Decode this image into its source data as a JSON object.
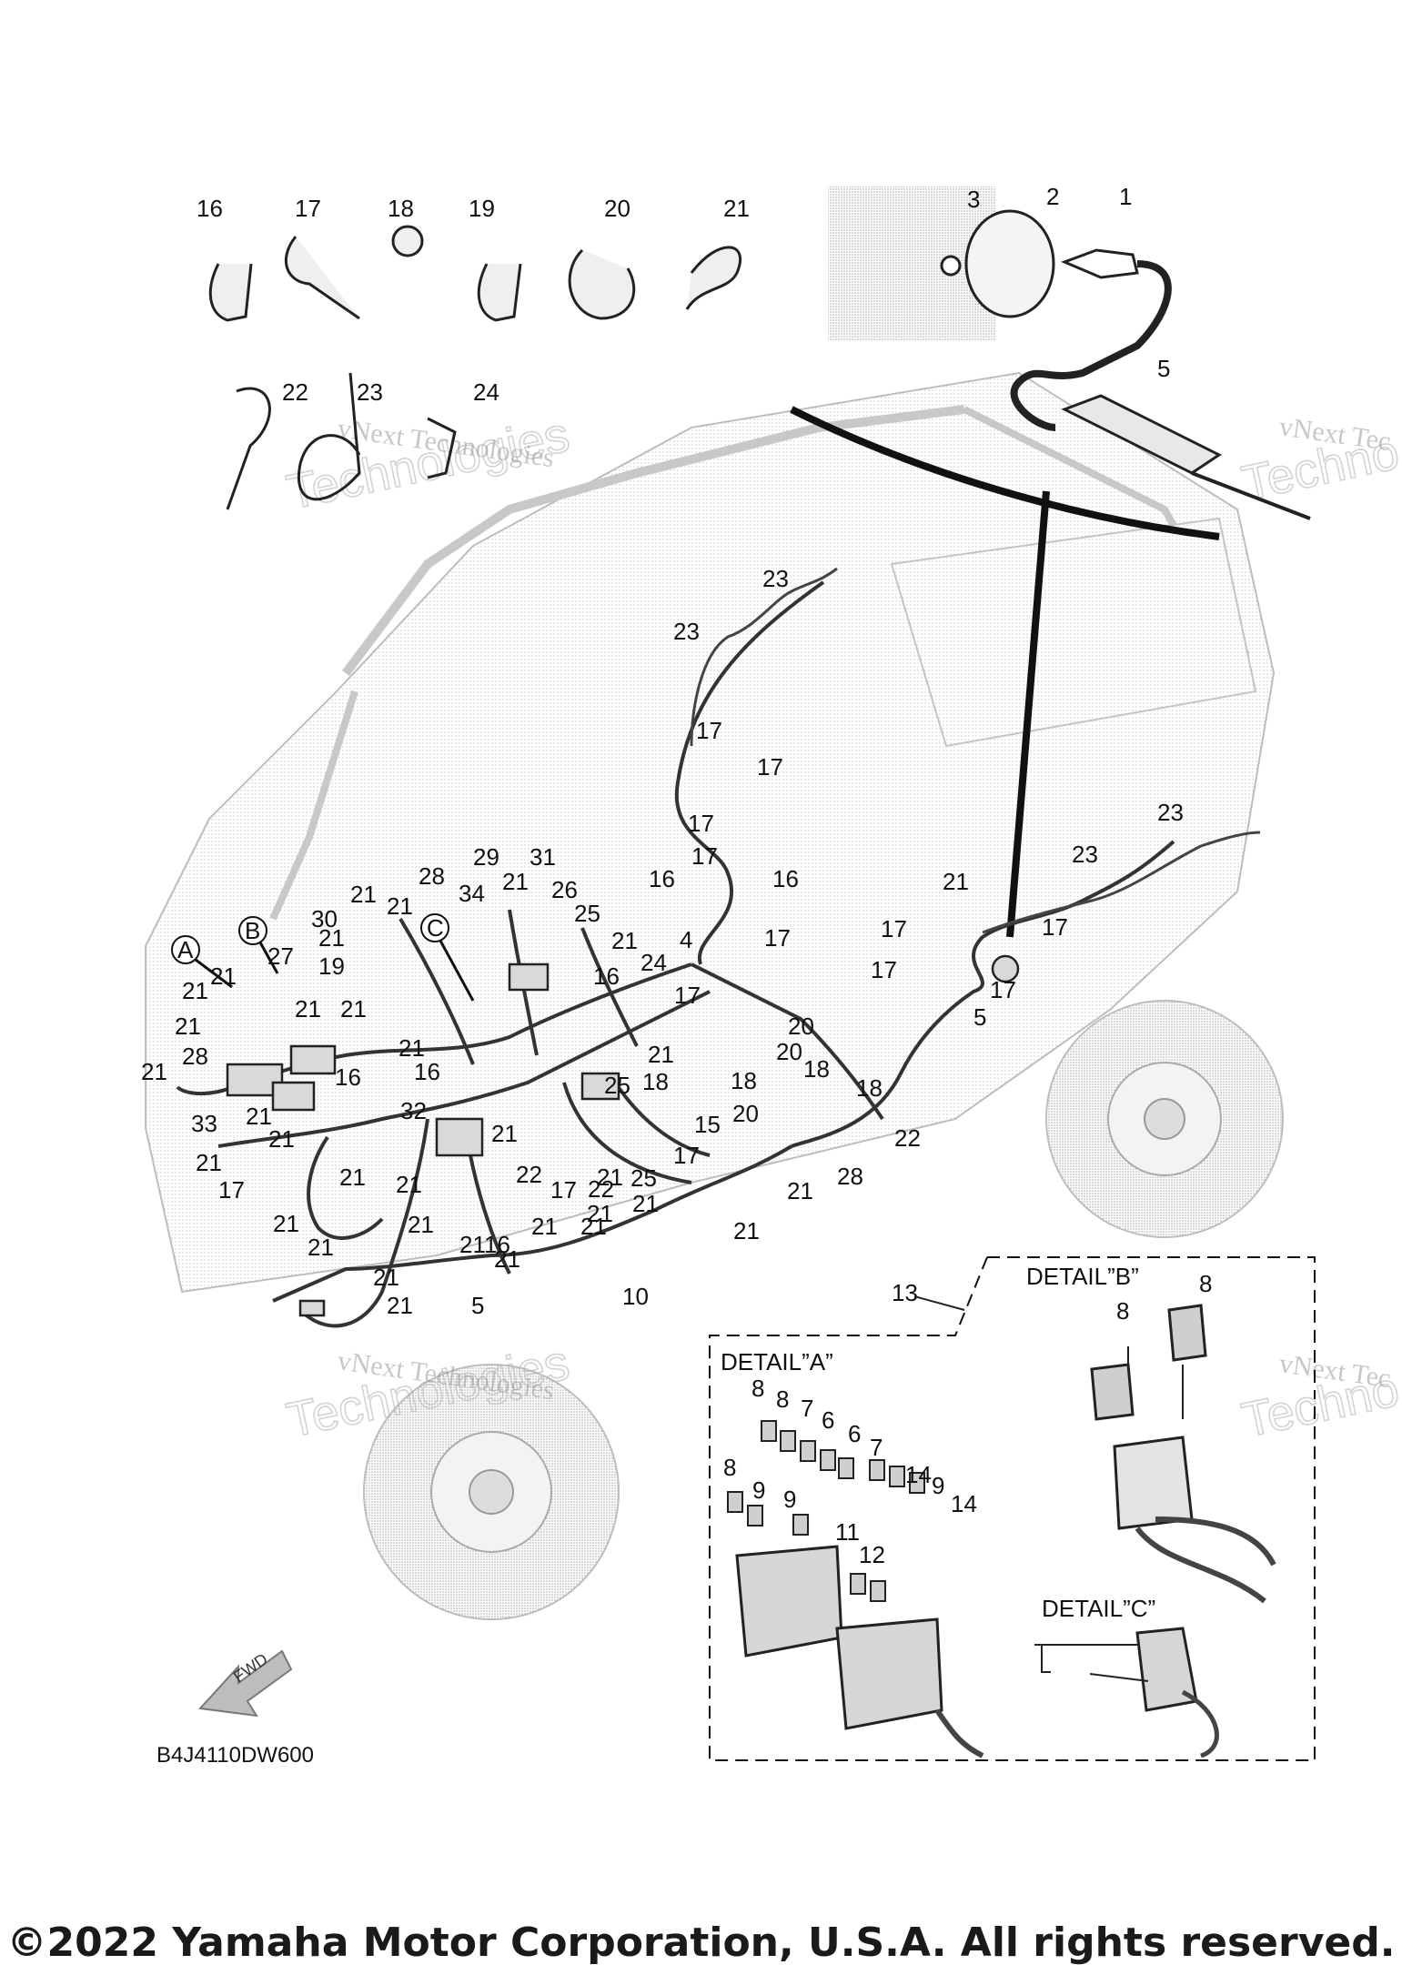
{
  "callouts": [
    {
      "id": "c16a",
      "label": "16"
    },
    {
      "id": "c17a",
      "label": "17"
    },
    {
      "id": "c18a",
      "label": "18"
    },
    {
      "id": "c19a",
      "label": "19"
    },
    {
      "id": "c20a",
      "label": "20"
    },
    {
      "id": "c21a",
      "label": "21"
    },
    {
      "id": "c22a",
      "label": "22"
    },
    {
      "id": "c23a",
      "label": "23"
    },
    {
      "id": "c24a",
      "label": "24"
    },
    {
      "id": "c3",
      "label": "3"
    },
    {
      "id": "c2",
      "label": "2"
    },
    {
      "id": "c1",
      "label": "1"
    },
    {
      "id": "c5a",
      "label": "5"
    },
    {
      "id": "c23b",
      "label": "23"
    },
    {
      "id": "c23c",
      "label": "23"
    },
    {
      "id": "c17b",
      "label": "17"
    },
    {
      "id": "c17c",
      "label": "17"
    },
    {
      "id": "c17d",
      "label": "17"
    },
    {
      "id": "c17e",
      "label": "17"
    },
    {
      "id": "c16b",
      "label": "16"
    },
    {
      "id": "c16c",
      "label": "16"
    },
    {
      "id": "c23d",
      "label": "23"
    },
    {
      "id": "c23e",
      "label": "23"
    },
    {
      "id": "c21b",
      "label": "21"
    },
    {
      "id": "c17f",
      "label": "17"
    },
    {
      "id": "c17g",
      "label": "17"
    },
    {
      "id": "c17h",
      "label": "17"
    },
    {
      "id": "c17i",
      "label": "17"
    },
    {
      "id": "c5b",
      "label": "5"
    },
    {
      "id": "c29",
      "label": "29"
    },
    {
      "id": "c31",
      "label": "31"
    },
    {
      "id": "c28a",
      "label": "28"
    },
    {
      "id": "c34",
      "label": "34"
    },
    {
      "id": "c21c",
      "label": "21"
    },
    {
      "id": "c26",
      "label": "26"
    },
    {
      "id": "c21d",
      "label": "21"
    },
    {
      "id": "c21e",
      "label": "21"
    },
    {
      "id": "c25a",
      "label": "25"
    },
    {
      "id": "c30",
      "label": "30"
    },
    {
      "id": "c21f",
      "label": "21"
    },
    {
      "id": "c21g",
      "label": "21"
    },
    {
      "id": "c24b",
      "label": "24"
    },
    {
      "id": "c4",
      "label": "4"
    },
    {
      "id": "c17j",
      "label": "17"
    },
    {
      "id": "c16d",
      "label": "16"
    },
    {
      "id": "c17k",
      "label": "17"
    },
    {
      "id": "c20b",
      "label": "20"
    },
    {
      "id": "c20c",
      "label": "20"
    },
    {
      "id": "c21h",
      "label": "21"
    },
    {
      "id": "c27",
      "label": "27"
    },
    {
      "id": "c19b",
      "label": "19"
    },
    {
      "id": "c21i",
      "label": "21"
    },
    {
      "id": "c21j",
      "label": "21"
    },
    {
      "id": "c21k",
      "label": "21"
    },
    {
      "id": "c21l",
      "label": "21"
    },
    {
      "id": "c21m",
      "label": "21"
    },
    {
      "id": "c21n",
      "label": "21"
    },
    {
      "id": "c28b",
      "label": "28"
    },
    {
      "id": "c21o",
      "label": "21"
    },
    {
      "id": "c16e",
      "label": "16"
    },
    {
      "id": "c16f",
      "label": "16"
    },
    {
      "id": "c32",
      "label": "32"
    },
    {
      "id": "c33",
      "label": "33"
    },
    {
      "id": "c21p",
      "label": "21"
    },
    {
      "id": "c21q",
      "label": "21"
    },
    {
      "id": "c25b",
      "label": "25"
    },
    {
      "id": "c18b",
      "label": "18"
    },
    {
      "id": "c18c",
      "label": "18"
    },
    {
      "id": "c18d",
      "label": "18"
    },
    {
      "id": "c18e",
      "label": "18"
    },
    {
      "id": "c20d",
      "label": "20"
    },
    {
      "id": "c15",
      "label": "15"
    },
    {
      "id": "c22b",
      "label": "22"
    },
    {
      "id": "c17l",
      "label": "17"
    },
    {
      "id": "c28c",
      "label": "28"
    },
    {
      "id": "c21r",
      "label": "21"
    },
    {
      "id": "c22c",
      "label": "22"
    },
    {
      "id": "c21s",
      "label": "21"
    },
    {
      "id": "c21t",
      "label": "21"
    },
    {
      "id": "c21u",
      "label": "21"
    },
    {
      "id": "c21v",
      "label": "21"
    },
    {
      "id": "c17m",
      "label": "17"
    },
    {
      "id": "c17n",
      "label": "17"
    },
    {
      "id": "c21w",
      "label": "21"
    },
    {
      "id": "c21x",
      "label": "21"
    },
    {
      "id": "c21y",
      "label": "21"
    },
    {
      "id": "c21z",
      "label": "21"
    },
    {
      "id": "c16g",
      "label": "16"
    },
    {
      "id": "c21aa",
      "label": "21"
    },
    {
      "id": "c21ab",
      "label": "21"
    },
    {
      "id": "c21ac",
      "label": "21"
    },
    {
      "id": "c22d",
      "label": "22"
    },
    {
      "id": "c25c",
      "label": "25"
    },
    {
      "id": "c21ad",
      "label": "21"
    },
    {
      "id": "c21ae",
      "label": "21"
    },
    {
      "id": "c21af",
      "label": "21"
    },
    {
      "id": "c21ag",
      "label": "21"
    },
    {
      "id": "c21ah",
      "label": "21"
    },
    {
      "id": "c21ai",
      "label": "21"
    },
    {
      "id": "c5c",
      "label": "5"
    },
    {
      "id": "c10",
      "label": "10"
    },
    {
      "id": "c13",
      "label": "13"
    },
    {
      "id": "c8a",
      "label": "8"
    },
    {
      "id": "c8b",
      "label": "8"
    },
    {
      "id": "c8c",
      "label": "8"
    },
    {
      "id": "c8d",
      "label": "8"
    },
    {
      "id": "c7a",
      "label": "7"
    },
    {
      "id": "c6a",
      "label": "6"
    },
    {
      "id": "c6b",
      "label": "6"
    },
    {
      "id": "c7b",
      "label": "7"
    },
    {
      "id": "c8e",
      "label": "8"
    },
    {
      "id": "c9a",
      "label": "9"
    },
    {
      "id": "c9b",
      "label": "9"
    },
    {
      "id": "c14a",
      "label": "14"
    },
    {
      "id": "c9c",
      "label": "9"
    },
    {
      "id": "c14b",
      "label": "14"
    },
    {
      "id": "c11",
      "label": "11"
    },
    {
      "id": "c12",
      "label": "12"
    }
  ],
  "markers": [
    {
      "id": "mA",
      "letter": "A"
    },
    {
      "id": "mB",
      "letter": "B"
    },
    {
      "id": "mC",
      "letter": "C"
    }
  ],
  "details": {
    "a": "DETAIL”A”",
    "b": "DETAIL”B”",
    "c": "DETAIL”C”"
  },
  "fwd_label": "FWD",
  "diagram_code": "B4J4110DW600",
  "watermark": {
    "line1": "vNext Technologies",
    "line2": "Technologies",
    "line1_clip": "vNext Tec",
    "line2_clip": "Techno"
  },
  "copyright": "©2022 Yamaha Motor Corporation, U.S.A. All rights reserved."
}
